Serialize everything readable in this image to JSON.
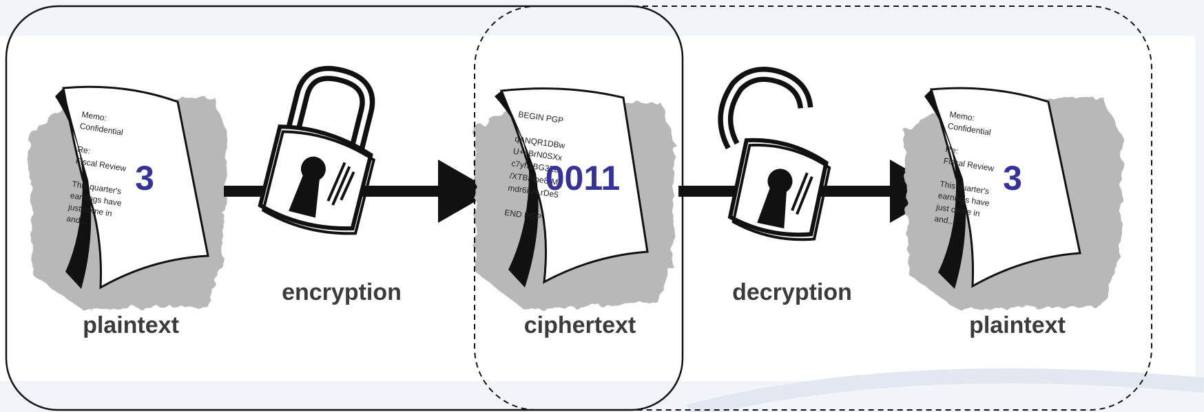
{
  "colors": {
    "background": "#f1f4f8",
    "panel": "#ffffff",
    "overlay_text": "#35329a",
    "label_text": "#3b3b3b",
    "shadow": "#b8b8b8"
  },
  "diagram": {
    "stages": [
      {
        "label": "plaintext",
        "overlay": "3",
        "lines": [
          "Memo:",
          "Confidential",
          "",
          "Re:",
          "Fiscal Review",
          "",
          "This quarter's",
          "earnings have",
          "just come in",
          "and..."
        ]
      },
      {
        "label": "ciphertext",
        "overlay": "0011",
        "lines": [
          "BEGIN PGP",
          "",
          "qANQR1DBw",
          "U+4BrN0SXx",
          "c7yhsBG3Ze",
          "/XTBFloe8rM",
          "mdr6iUiLrDe5",
          "",
          "END PGP"
        ]
      },
      {
        "label": "plaintext",
        "overlay": "3",
        "lines": [
          "Memo:",
          "Confidential",
          "",
          "Re:",
          "Fiscal Review",
          "",
          "This quarter's",
          "earnings have",
          "just come in",
          "and..."
        ]
      }
    ],
    "operations": [
      {
        "label": "encryption",
        "lock": "closed-padlock-icon"
      },
      {
        "label": "decryption",
        "lock": "open-padlock-icon"
      }
    ]
  }
}
